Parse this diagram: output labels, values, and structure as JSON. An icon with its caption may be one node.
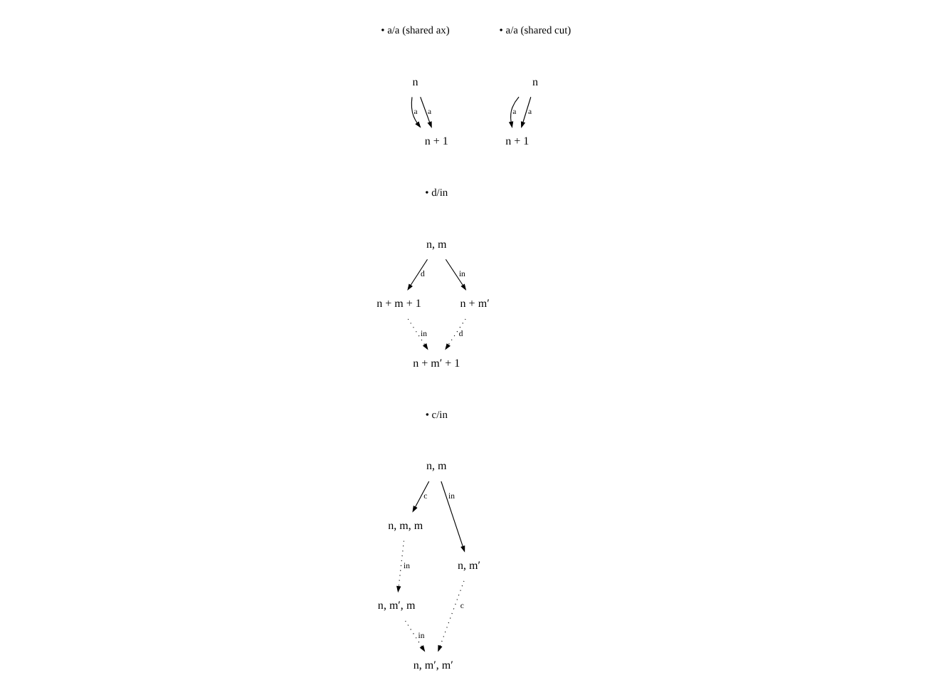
{
  "diagram": {
    "nodes": [
      {
        "text": [
          "n"
        ]
      },
      {
        "text": [
          "n + 1"
        ]
      },
      {
        "text": [
          "n"
        ]
      },
      {
        "text": [
          "n + 1"
        ]
      },
      {
        "text": [
          "n, m"
        ]
      },
      {
        "text": [
          "n + m + 1"
        ]
      },
      {
        "text": [
          "n + m′"
        ]
      },
      {
        "text": [
          "n + m′ + 1"
        ]
      },
      {
        "text": [
          "n, m"
        ]
      },
      {
        "text": [
          "n, m, m"
        ]
      },
      {
        "text": [
          "n, m′"
        ]
      },
      {
        "text": [
          "n, m′, m"
        ]
      },
      {
        "text": [
          "n, m′, m′"
        ]
      }
    ],
    "edges": [
      {
        "from": 0,
        "to": 1,
        "arrow": "to",
        "label": "a"
      },
      {
        "from": 0,
        "to": 1,
        "arrow": "to",
        "label": "a"
      },
      {
        "from": 2,
        "to": 3,
        "arrow": "to",
        "label": "a"
      },
      {
        "from": 2,
        "to": 3,
        "arrow": "to",
        "label": "a"
      },
      {
        "from": 4,
        "to": 5,
        "arrow": "to",
        "label": "d"
      },
      {
        "from": 4,
        "to": 6,
        "arrow": "to",
        "label": "in"
      },
      {
        "from": 5,
        "to": 7,
        "arrow": "to",
        "label": "in",
        "style": "dashed"
      },
      {
        "from": 6,
        "to": 7,
        "arrow": "to",
        "label": "d",
        "style": "dashed"
      },
      {
        "from": 8,
        "to": 9,
        "arrow": "to",
        "label": "c"
      },
      {
        "from": 8,
        "to": 10,
        "arrow": "to",
        "label": "in"
      },
      {
        "from": 9,
        "to": 11,
        "arrow": "to",
        "label": "in",
        "style": "dashed"
      },
      {
        "from": 11,
        "to": 12,
        "arrow": "to",
        "label": "in",
        "style": "dashed"
      },
      {
        "from": 10,
        "to": 12,
        "arrow": "to",
        "label": "c",
        "style": "dashed"
      }
    ],
    "labels": [
      "• a/a (shared ax)",
      "• a/a (shared cut)",
      "• d/in",
      "• c/in"
    ]
  }
}
